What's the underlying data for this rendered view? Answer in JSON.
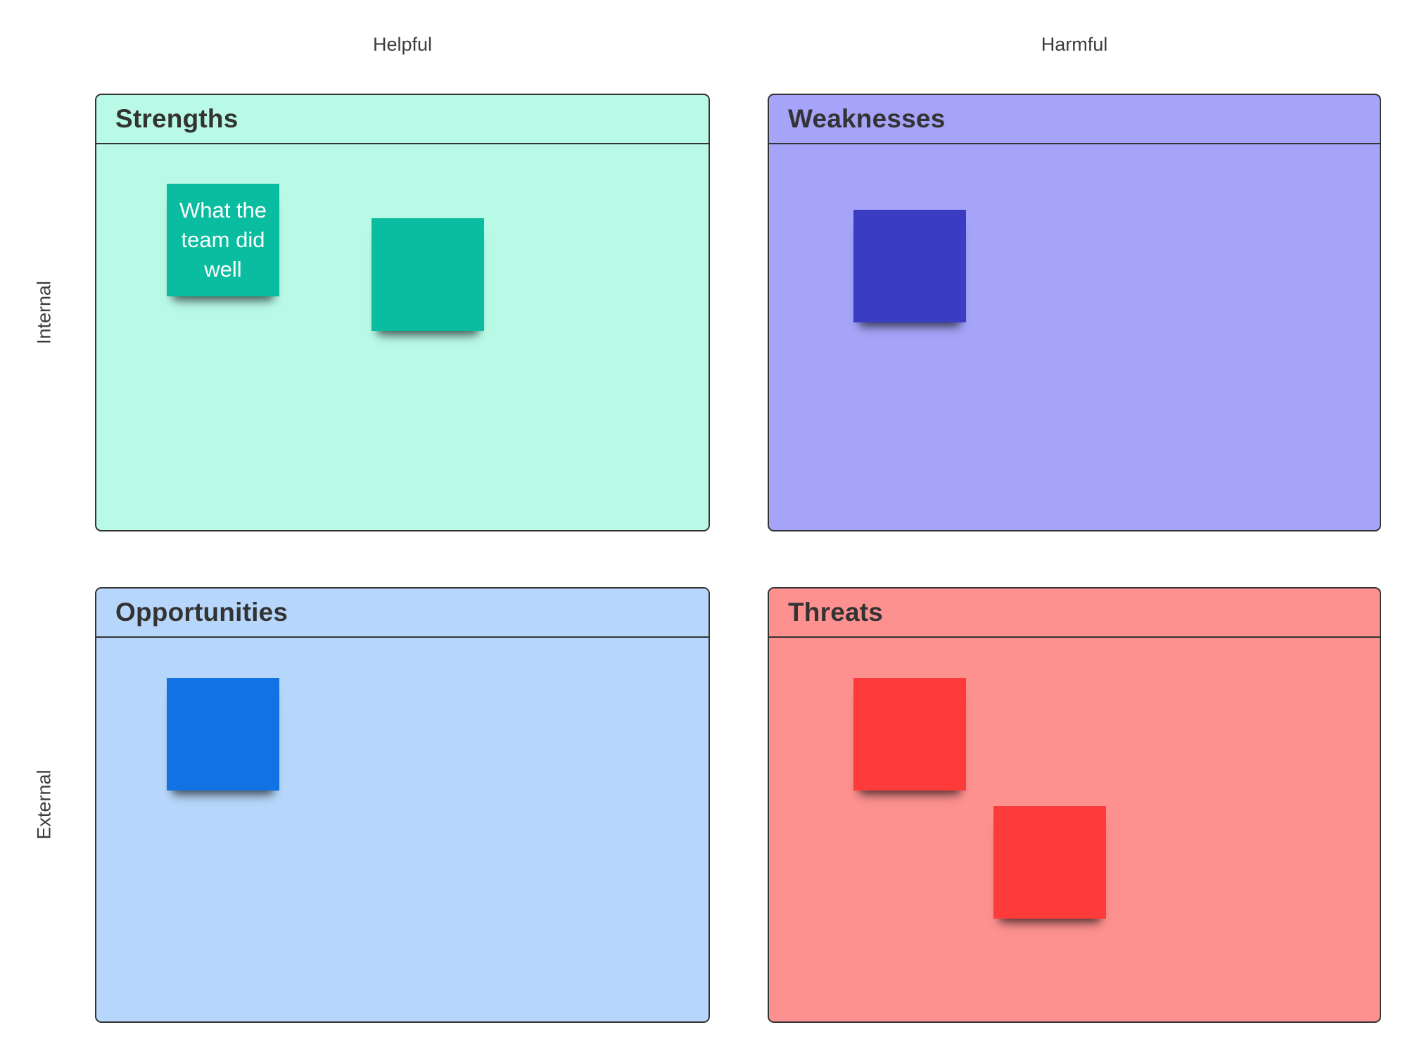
{
  "axis": {
    "top_left": "Helpful",
    "top_right": "Harmful",
    "left_top": "Internal",
    "left_bottom": "External"
  },
  "ink_color": "#333333",
  "quadrants": [
    {
      "title": "Strengths",
      "panel_color": "#b9fae7",
      "notes": [
        {
          "text": "What the team did well",
          "color": "#0abca0"
        },
        {
          "text": "",
          "color": "#0abca0"
        }
      ]
    },
    {
      "title": "Weaknesses",
      "panel_color": "#a6a4f8",
      "notes": [
        {
          "text": "",
          "color": "#3a3dc4"
        }
      ]
    },
    {
      "title": "Opportunities",
      "panel_color": "#b6d7fb",
      "notes": [
        {
          "text": "",
          "color": "#1173e3"
        }
      ]
    },
    {
      "title": "Threats",
      "panel_color": "#fd9190",
      "notes": [
        {
          "text": "",
          "color": "#fd3b3b"
        },
        {
          "text": "",
          "color": "#fd3b3b"
        }
      ]
    }
  ]
}
